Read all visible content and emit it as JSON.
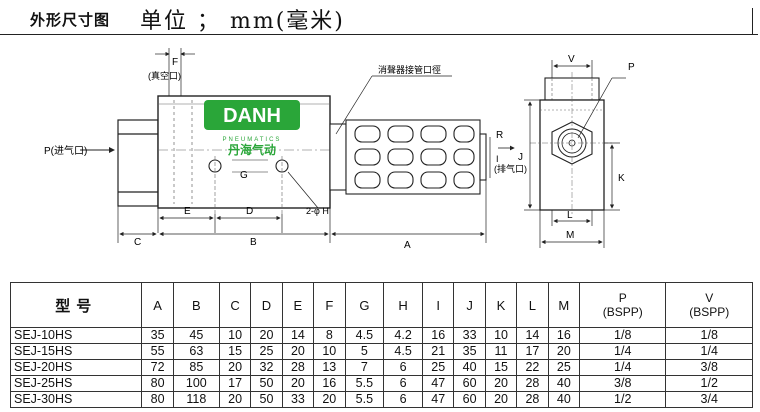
{
  "header": {
    "title": "外形尺寸图",
    "unit": "单位 ； mm(毫米)"
  },
  "drawing": {
    "labels": {
      "F": "F",
      "vacuum_port": "(真空口)",
      "silencer_port": "消聲器接管口徑",
      "inlet": "P(进气口)",
      "exhaust_R": "R",
      "exhaust_note": "(排气口)",
      "G": "G",
      "H": "2-φ H",
      "E": "E",
      "D": "D",
      "C": "C",
      "B": "B",
      "A": "A",
      "I": "I",
      "V": "V",
      "P": "P",
      "J": "J",
      "K": "K",
      "L": "L",
      "M": "M"
    },
    "logo": {
      "brand": "DANH",
      "sub": "PNEUMATICS",
      "chinese": "丹海气动",
      "color": "#2aa639"
    }
  },
  "table": {
    "headers": [
      "型号",
      "A",
      "B",
      "C",
      "D",
      "E",
      "F",
      "G",
      "H",
      "I",
      "J",
      "K",
      "L",
      "M"
    ],
    "header_p": [
      "P",
      "(BSPP)"
    ],
    "header_v": [
      "V",
      "(BSPP)"
    ],
    "rows": [
      [
        "SEJ-10HS",
        "35",
        "45",
        "10",
        "20",
        "14",
        "8",
        "4.5",
        "4.2",
        "16",
        "33",
        "10",
        "14",
        "16",
        "1/8",
        "1/8"
      ],
      [
        "SEJ-15HS",
        "55",
        "63",
        "15",
        "25",
        "20",
        "10",
        "5",
        "4.5",
        "21",
        "35",
        "11",
        "17",
        "20",
        "1/4",
        "1/4"
      ],
      [
        "SEJ-20HS",
        "72",
        "85",
        "20",
        "32",
        "28",
        "13",
        "7",
        "6",
        "25",
        "40",
        "15",
        "22",
        "25",
        "1/4",
        "3/8"
      ],
      [
        "SEJ-25HS",
        "80",
        "100",
        "17",
        "50",
        "20",
        "16",
        "5.5",
        "6",
        "47",
        "60",
        "20",
        "28",
        "40",
        "3/8",
        "1/2"
      ],
      [
        "SEJ-30HS",
        "80",
        "118",
        "20",
        "50",
        "33",
        "20",
        "5.5",
        "6",
        "47",
        "60",
        "20",
        "28",
        "40",
        "1/2",
        "3/4"
      ]
    ]
  }
}
